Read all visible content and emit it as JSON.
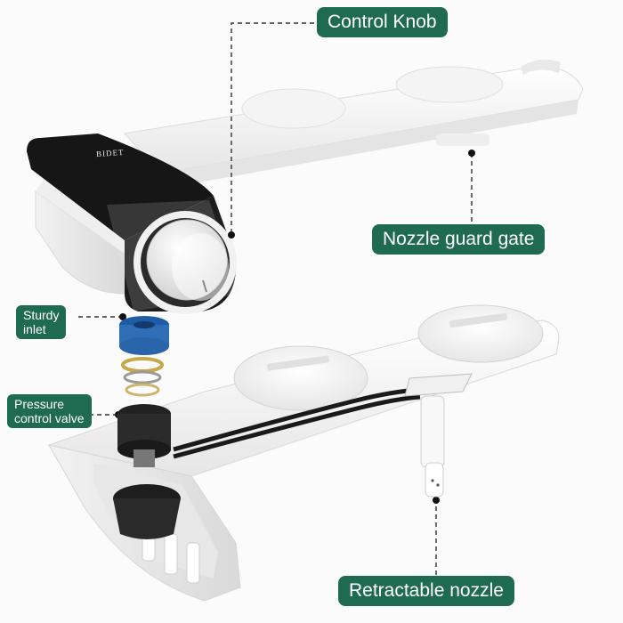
{
  "callouts": {
    "control_knob": "Control Knob",
    "nozzle_guard_gate": "Nozzle guard gate",
    "sturdy_inlet": "Sturdy\ninlet",
    "pressure_control_valve": "Pressure\ncontrol valve",
    "retractable_nozzle": "Retractable nozzle"
  },
  "product": {
    "brand_mark": "BIDET"
  },
  "colors": {
    "callout_green": "#1f6b52",
    "body_white": "#ffffff",
    "panel_black": "#1b1b1b",
    "inlet_blue": "#2f6db5"
  }
}
